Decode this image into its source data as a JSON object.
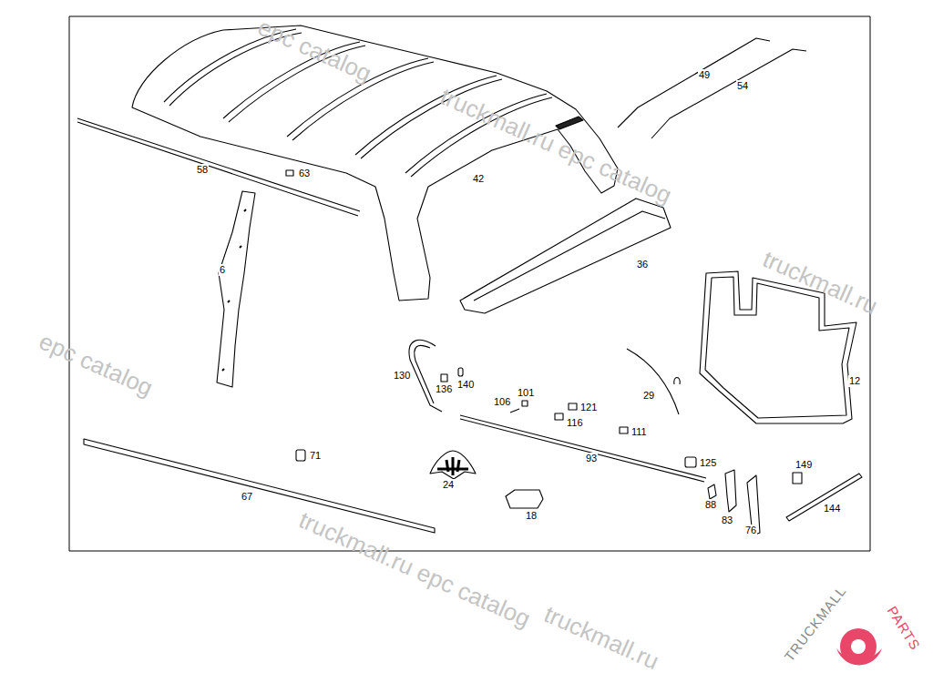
{
  "diagram": {
    "labels": [
      "58",
      "63",
      "42",
      "49",
      "54",
      "36",
      "6",
      "12",
      "130",
      "136",
      "140",
      "106",
      "101",
      "121",
      "116",
      "29",
      "111",
      "93",
      "125",
      "149",
      "144",
      "71",
      "67",
      "24",
      "18",
      "88",
      "83",
      "76",
      "epc catalog",
      "truckmall.ru epc catalog",
      "truckmall.ru",
      "epc catalog",
      "truckmall.ru epc catalog",
      "truckmall.ru",
      "TRUCKMALL",
      "PARTS"
    ]
  }
}
